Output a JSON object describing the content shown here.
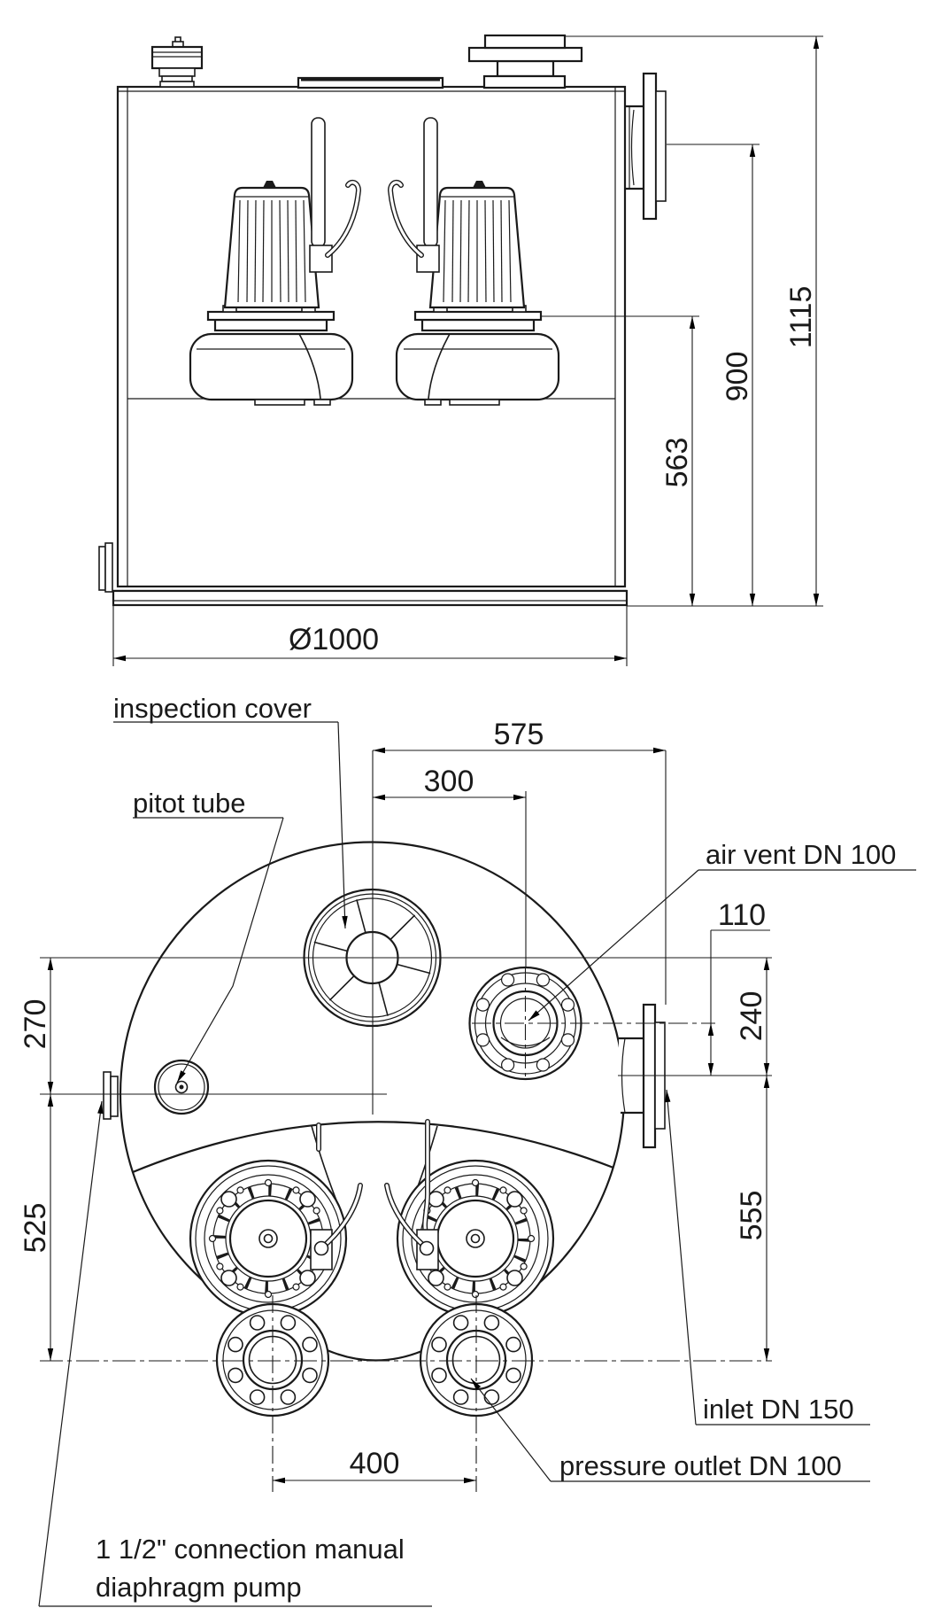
{
  "drawing": {
    "background": "#ffffff",
    "line_color": "#1a1a1a",
    "front_view": {
      "dim_pump_plate_height": "563",
      "dim_inlet_height": "900",
      "dim_total_height": "1115",
      "dim_tank_diameter": "Ø1000"
    },
    "plan_view": {
      "dim_center_to_inlet_face": "575",
      "dim_center_to_vent": "300",
      "dim_vent_to_inlet": "110",
      "dim_cover_line_to_inlet": "240",
      "dim_inlet_to_outlet": "555",
      "dim_cover_line_to_center": "270",
      "dim_center_to_outlet": "525",
      "dim_outlet_spacing": "400",
      "label_inspection_cover": "inspection cover",
      "label_pitot_tube": "pitot tube",
      "label_air_vent": "air vent DN 100",
      "label_inlet": "inlet DN 150",
      "label_pressure_outlet": "pressure outlet DN 100",
      "label_diaphragm_line1": "1 1/2\" connection manual",
      "label_diaphragm_line2": "diaphragm pump"
    }
  }
}
